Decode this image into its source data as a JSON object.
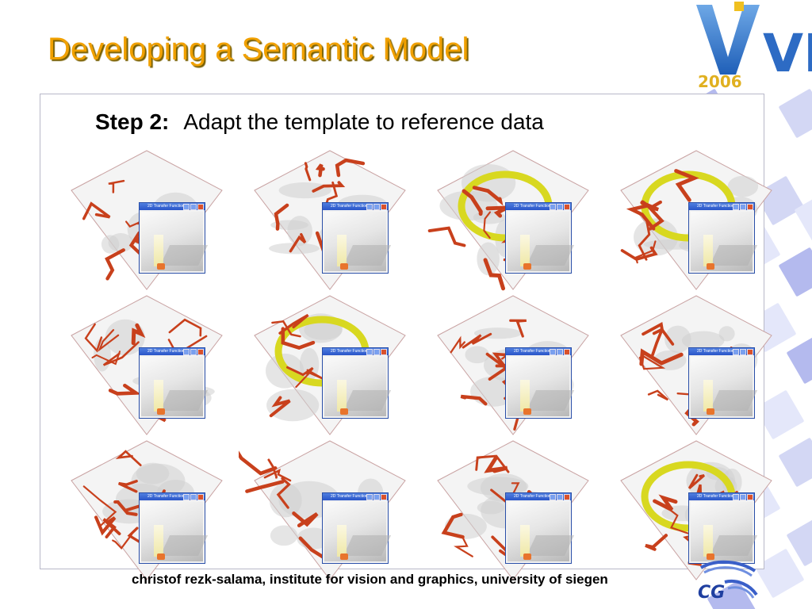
{
  "slide": {
    "title": "Developing a Semantic Model",
    "step_label": "Step 2:",
    "step_text": "Adapt the template to reference data",
    "footer": "christof rezk-salama, institute for vision and graphics, university of siegen"
  },
  "logos": {
    "vis_text": "VIS",
    "vis_year": "2006",
    "cg_text": "CG"
  },
  "window": {
    "title": "2D Transfer Function"
  },
  "colors": {
    "title": "#f0a000",
    "vessels": "#c8401c",
    "yellow_structure": "#d8d820",
    "window_border": "#2a4fa8",
    "checker": "#c9cdf0"
  },
  "grid": {
    "rows": 3,
    "columns": 4
  }
}
